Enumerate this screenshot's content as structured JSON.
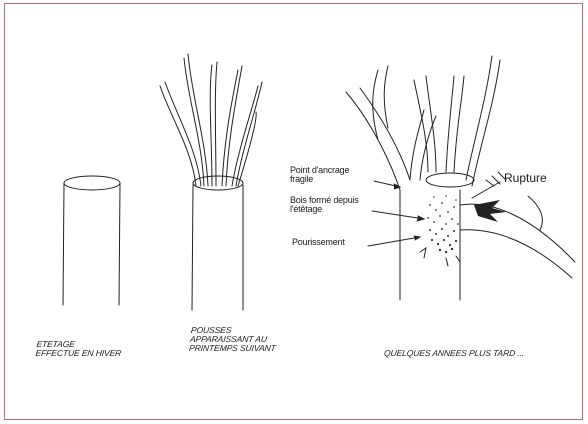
{
  "captions": {
    "etetage": [
      "ETETAGE",
      "EFFECTUE EN HIVER"
    ],
    "pousses": [
      "POUSSES",
      "APPARAISSANT AU",
      "PRINTEMPS SUIVANT"
    ],
    "annees": "QUELQUES ANNEES PLUS TARD ..."
  },
  "annotations": {
    "ancrage": [
      "Point d'ancrage",
      "fragile"
    ],
    "bois": [
      "Bois formé depuis",
      "l'étêtage"
    ],
    "pourrissement": "Pourissement",
    "rupture": "Rupture"
  },
  "colors": {
    "frame_border": "#c06a78",
    "ink": "#1a1a1a"
  }
}
